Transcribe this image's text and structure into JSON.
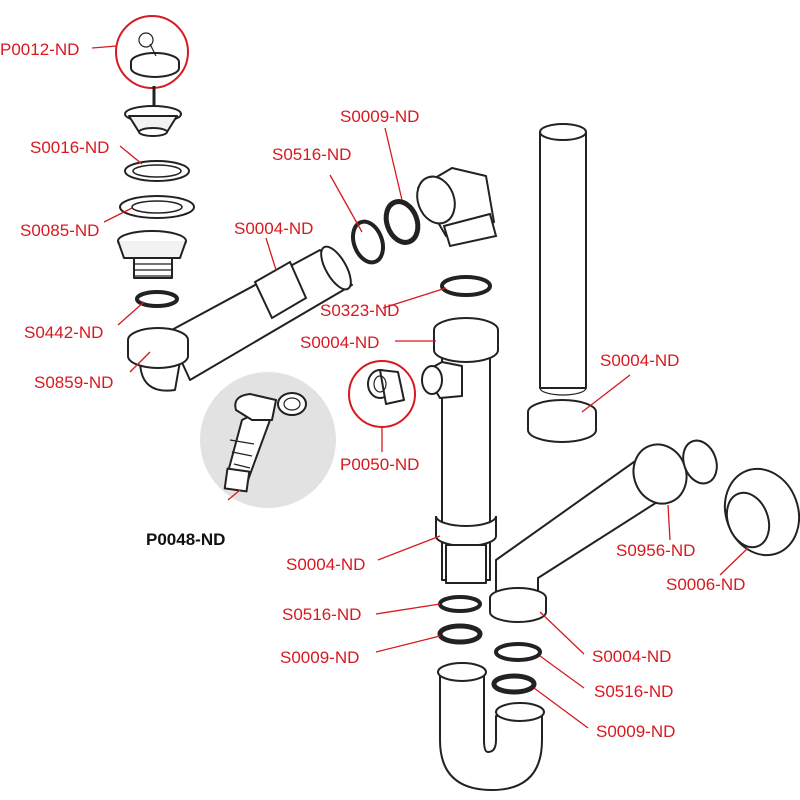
{
  "labels": [
    {
      "text": "P0012-ND",
      "color": "#d71920"
    },
    {
      "text": "S0016-ND",
      "color": "#d71920"
    },
    {
      "text": "S0085-ND",
      "color": "#d71920"
    },
    {
      "text": "S0442-ND",
      "color": "#d71920"
    },
    {
      "text": "S0859-ND",
      "color": "#d71920"
    },
    {
      "text": "S0004-ND",
      "color": "#d71920"
    },
    {
      "text": "S0516-ND",
      "color": "#d71920"
    },
    {
      "text": "S0009-ND",
      "color": "#d71920"
    },
    {
      "text": "S0323-ND",
      "color": "#d71920"
    },
    {
      "text": "S0004-ND",
      "color": "#d71920"
    },
    {
      "text": "P0050-ND",
      "color": "#d71920"
    },
    {
      "text": "P0048-ND",
      "color": "#111111"
    },
    {
      "text": "S0004-ND",
      "color": "#d71920"
    },
    {
      "text": "S0004-ND",
      "color": "#d71920"
    },
    {
      "text": "S0956-ND",
      "color": "#d71920"
    },
    {
      "text": "S0006-ND",
      "color": "#d71920"
    },
    {
      "text": "S0516-ND",
      "color": "#d71920"
    },
    {
      "text": "S0009-ND",
      "color": "#d71920"
    },
    {
      "text": "S0004-ND",
      "color": "#d71920"
    },
    {
      "text": "S0516-ND",
      "color": "#d71920"
    },
    {
      "text": "S0009-ND",
      "color": "#d71920"
    }
  ],
  "colors": {
    "label_red": "#d71920",
    "label_black": "#111111",
    "leader": "#d71920",
    "outline": "#222222",
    "highlight_bg": "#e2e2e2"
  }
}
